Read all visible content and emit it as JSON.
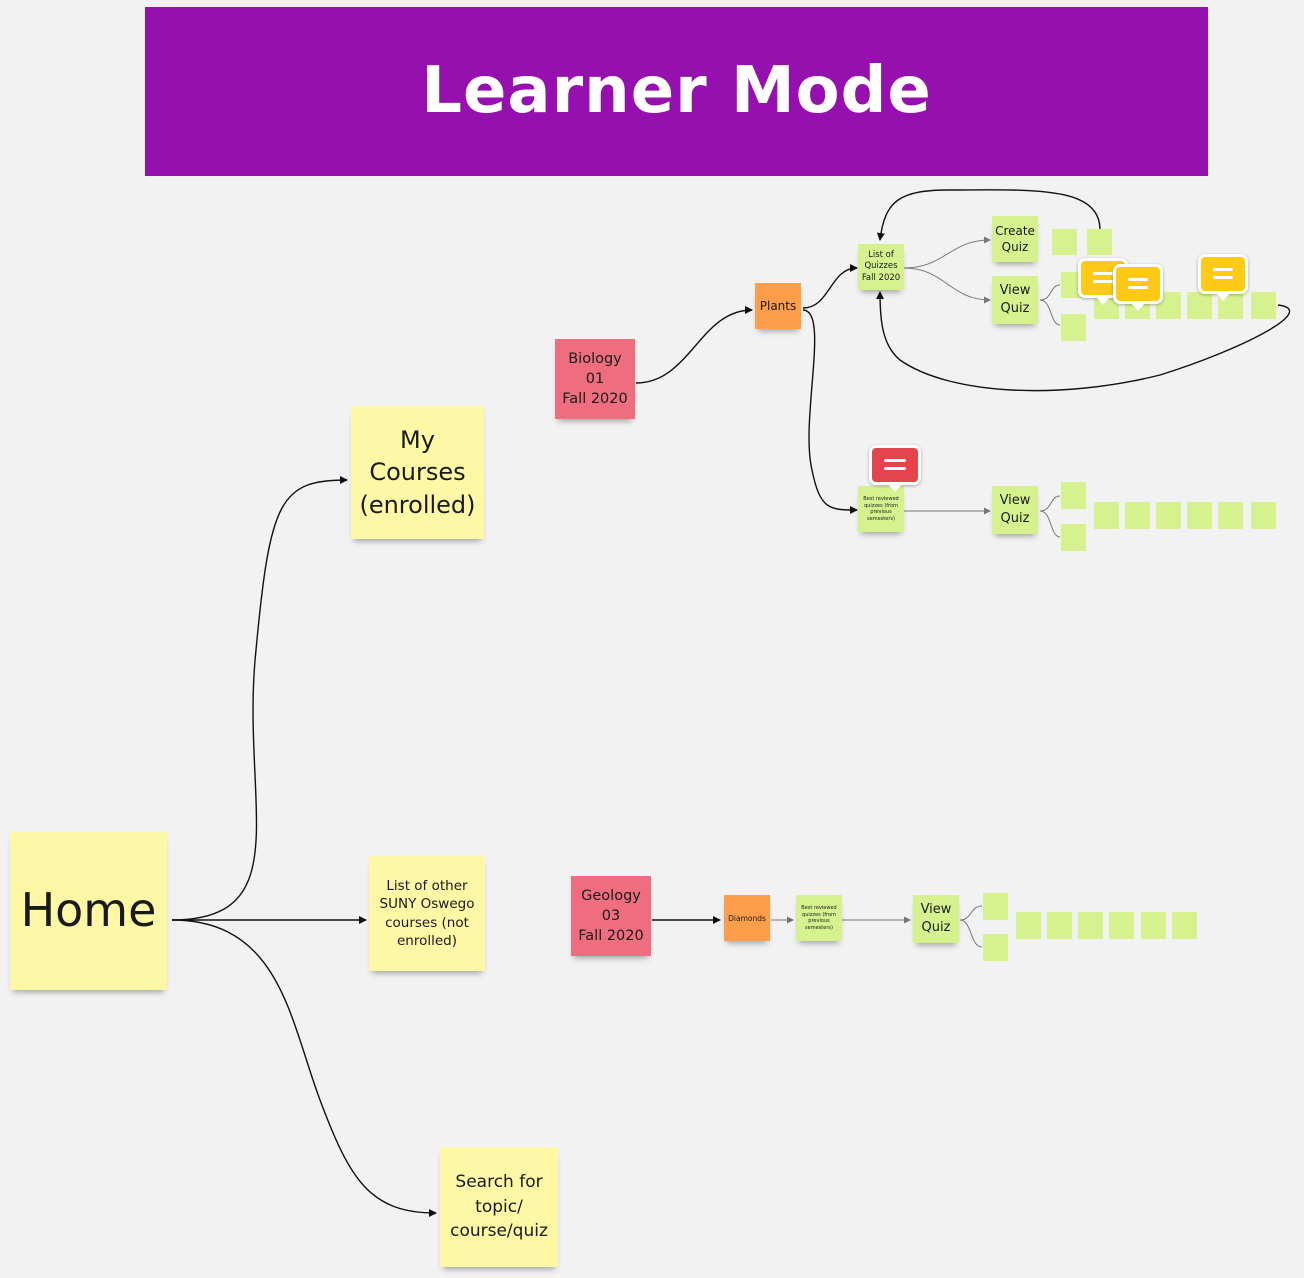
{
  "banner": {
    "title": "Learner Mode",
    "color": "#9510ae"
  },
  "colors": {
    "yellow_note": "#fdf7a6",
    "pink_note": "#ee6e7f",
    "orange_note": "#ff9e4a",
    "green_note": "#d6f28f",
    "comment_yellow": "#ffc917",
    "comment_red": "#e2454c"
  },
  "notes": {
    "home": "Home",
    "my_courses": "My\nCourses\n(enrolled)",
    "other_courses": "List of other\nSUNY Oswego\ncourses (not\nenrolled)",
    "search": "Search for\ntopic/\ncourse/quiz",
    "biology": "Biology\n01\nFall 2020",
    "plants": "Plants",
    "list_quizzes": "List of\nQuizzes\nFall 2020",
    "create_quiz": "Create\nQuiz",
    "view_quiz_1": "View\nQuiz",
    "best_reviewed_1": "Best reviewed\nquizzes (from\nprevious\nsemesters)",
    "view_quiz_2": "View\nQuiz",
    "geology": "Geology\n03\nFall 2020",
    "diamonds": "Diamonds",
    "best_reviewed_2": "Best reviewed\nquizzes (from\nprevious\nsemesters)",
    "view_quiz_3": "View\nQuiz"
  },
  "comment_icons": [
    "comment-icon",
    "comment-icon",
    "comment-icon",
    "comment-alert-icon"
  ]
}
